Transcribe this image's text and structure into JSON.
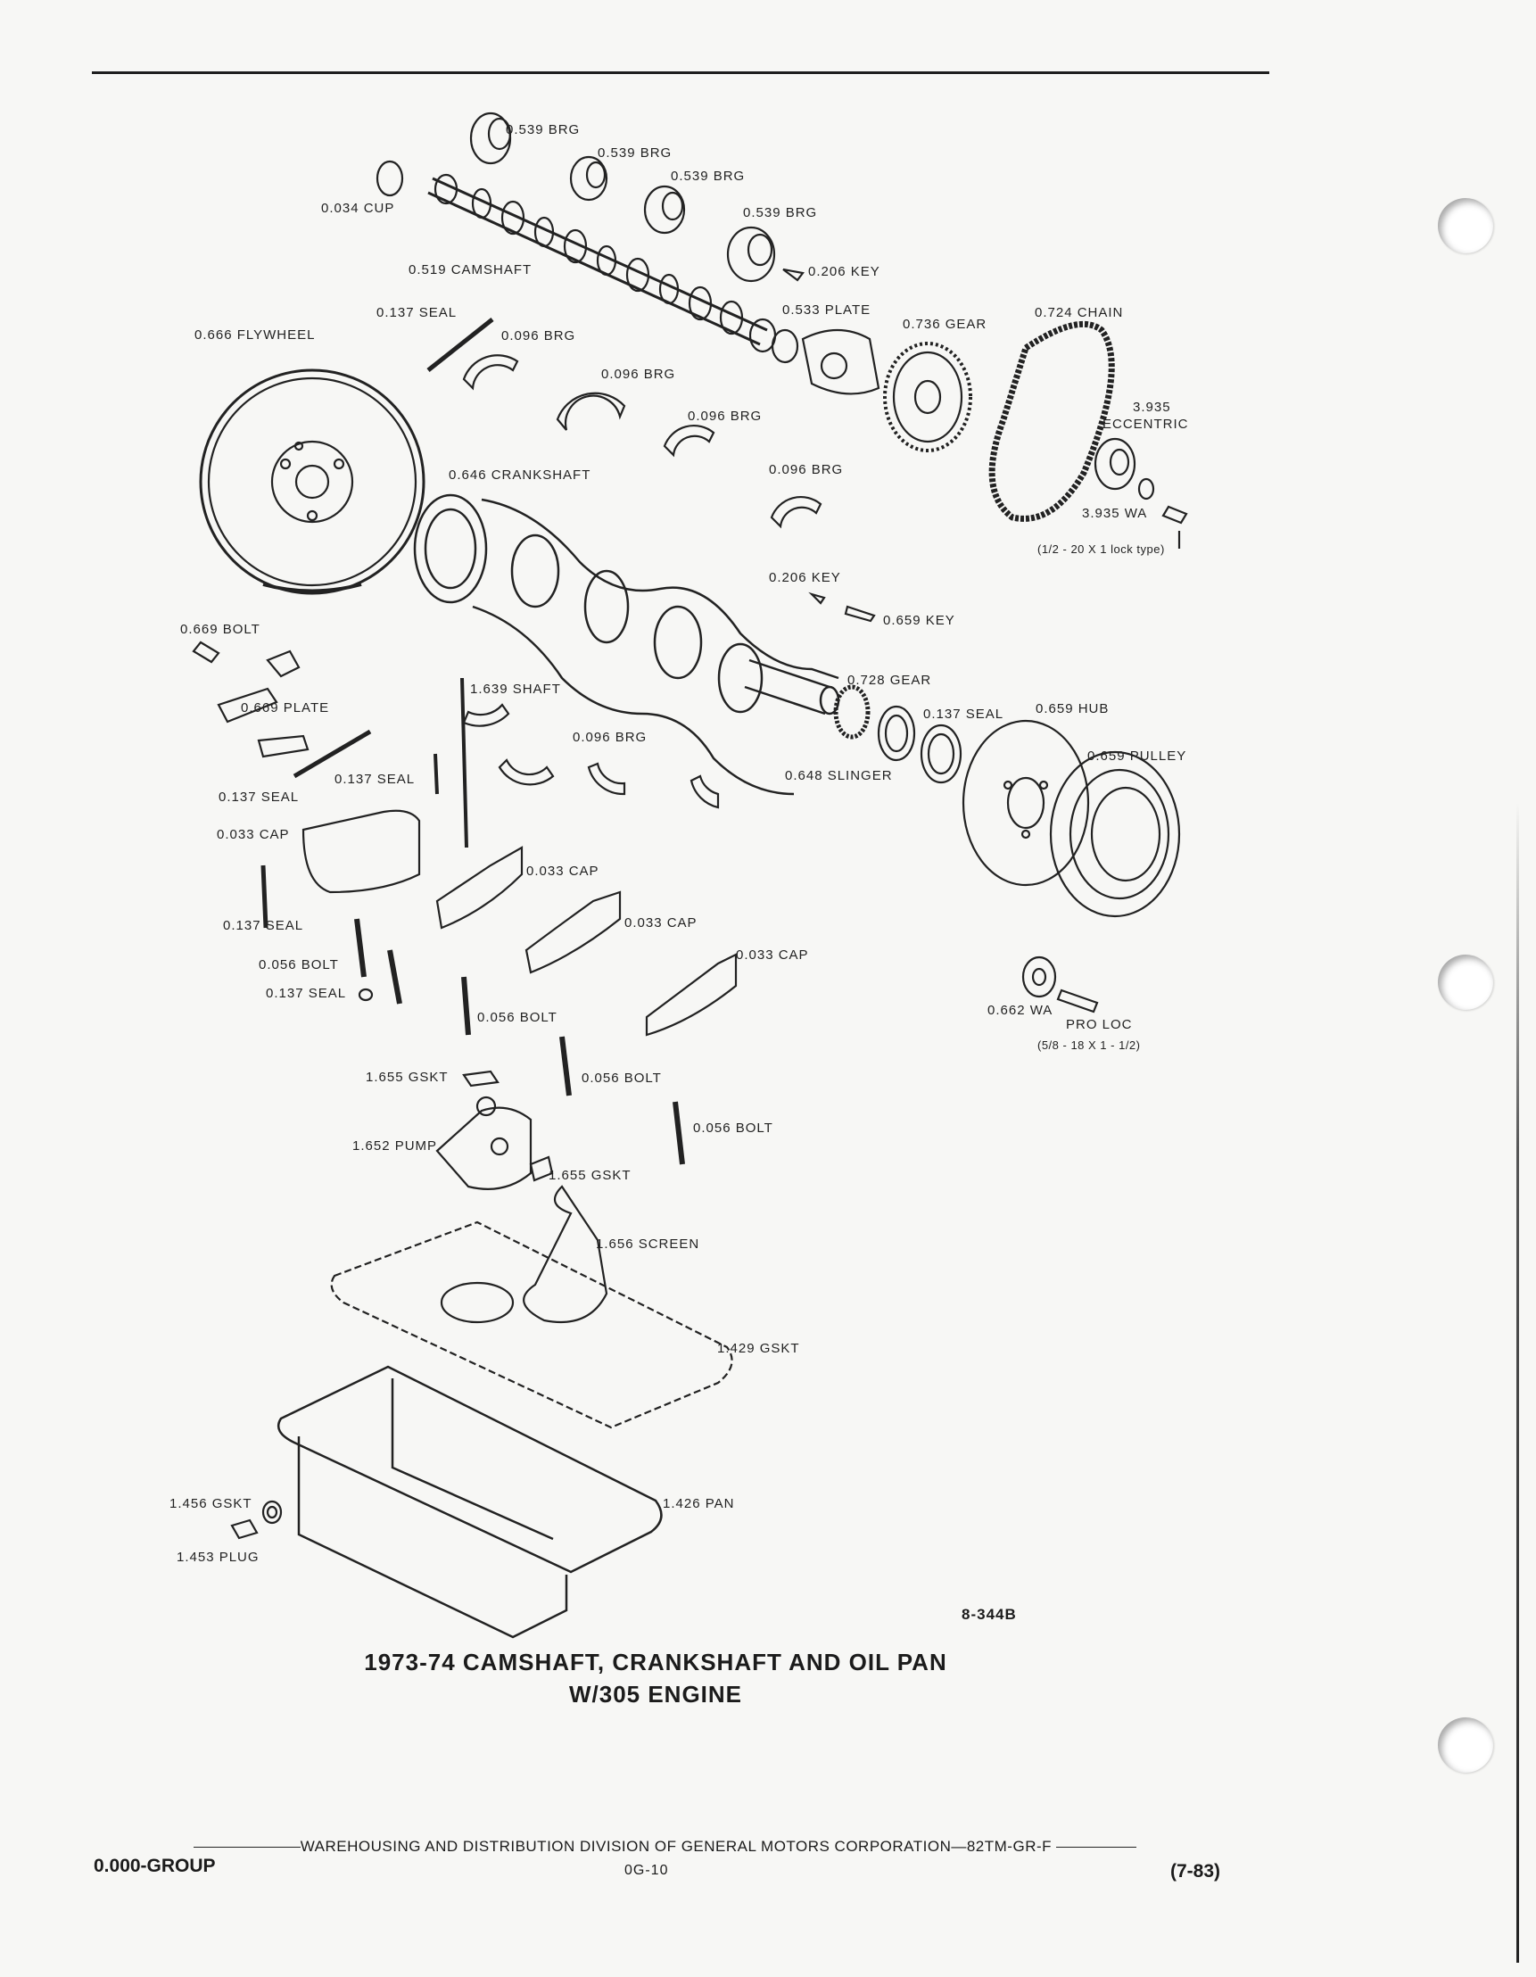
{
  "parts": [
    {
      "key": "brg1",
      "text": "0.539 BRG"
    },
    {
      "key": "brg2",
      "text": "0.539 BRG"
    },
    {
      "key": "brg3",
      "text": "0.539 BRG"
    },
    {
      "key": "brg4",
      "text": "0.539 BRG"
    },
    {
      "key": "cup",
      "text": "0.034 CUP"
    },
    {
      "key": "camshaft",
      "text": "0.519 CAMSHAFT"
    },
    {
      "key": "key_cam",
      "text": "0.206 KEY"
    },
    {
      "key": "seal_137a",
      "text": "0.137 SEAL"
    },
    {
      "key": "flywheel",
      "text": "0.666 FLYWHEEL"
    },
    {
      "key": "brg096a",
      "text": "0.096 BRG"
    },
    {
      "key": "brg096b",
      "text": "0.096 BRG"
    },
    {
      "key": "brg096c",
      "text": "0.096 BRG"
    },
    {
      "key": "brg096d",
      "text": "0.096 BRG"
    },
    {
      "key": "plate533",
      "text": "0.533 PLATE"
    },
    {
      "key": "gear736",
      "text": "0.736 GEAR"
    },
    {
      "key": "chain",
      "text": "0.724 CHAIN"
    },
    {
      "key": "ecc_num",
      "text": "3.935"
    },
    {
      "key": "ecc_word",
      "text": "ECCENTRIC"
    },
    {
      "key": "wa3935",
      "text": "3.935 WA"
    },
    {
      "key": "lock_note",
      "text": "(1/2 - 20 X 1 lock type)"
    },
    {
      "key": "crankshaft",
      "text": "0.646 CRANKSHAFT"
    },
    {
      "key": "key206b",
      "text": "0.206 KEY"
    },
    {
      "key": "key659",
      "text": "0.659 KEY"
    },
    {
      "key": "bolt669",
      "text": "0.669 BOLT"
    },
    {
      "key": "plate669",
      "text": "0.669 PLATE"
    },
    {
      "key": "shaft1639",
      "text": "1.639 SHAFT"
    },
    {
      "key": "gear728",
      "text": "0.728 GEAR"
    },
    {
      "key": "seal137b",
      "text": "0.137 SEAL"
    },
    {
      "key": "hub659",
      "text": "0.659 HUB"
    },
    {
      "key": "brg096e",
      "text": "0.096 BRG"
    },
    {
      "key": "pulley659",
      "text": "0.659 PULLEY"
    },
    {
      "key": "slinger648",
      "text": "0.648 SLINGER"
    },
    {
      "key": "seal137c",
      "text": "0.137 SEAL"
    },
    {
      "key": "seal137d",
      "text": "0.137 SEAL"
    },
    {
      "key": "cap033a",
      "text": "0.033 CAP"
    },
    {
      "key": "cap033b",
      "text": "0.033 CAP"
    },
    {
      "key": "cap033c",
      "text": "0.033 CAP"
    },
    {
      "key": "cap033d",
      "text": "0.033 CAP"
    },
    {
      "key": "seal137e",
      "text": "0.137 SEAL"
    },
    {
      "key": "bolt056a",
      "text": "0.056 BOLT"
    },
    {
      "key": "seal137f",
      "text": "0.137 SEAL"
    },
    {
      "key": "wa662",
      "text": "0.662 WA"
    },
    {
      "key": "proloc",
      "text": "PRO LOC"
    },
    {
      "key": "proloc_note",
      "text": "(5/8 - 18 X 1 - 1/2)"
    },
    {
      "key": "bolt056b",
      "text": "0.056 BOLT"
    },
    {
      "key": "gskt1655a",
      "text": "1.655 GSKT"
    },
    {
      "key": "bolt056c",
      "text": "0.056 BOLT"
    },
    {
      "key": "bolt056d",
      "text": "0.056 BOLT"
    },
    {
      "key": "pump1652",
      "text": "1.652 PUMP"
    },
    {
      "key": "gskt1655b",
      "text": "1.655 GSKT"
    },
    {
      "key": "screen1656",
      "text": "1.656 SCREEN"
    },
    {
      "key": "gskt1429",
      "text": "1.429 GSKT"
    },
    {
      "key": "gskt1456",
      "text": "1.456 GSKT"
    },
    {
      "key": "pan1426",
      "text": "1.426 PAN"
    },
    {
      "key": "plug1453",
      "text": "1.453 PLUG"
    }
  ],
  "figure_id": "8-344B",
  "title_line1": "1973-74 CAMSHAFT, CRANKSHAFT AND OIL PAN",
  "title_line2": "W/305 ENGINE",
  "footer": {
    "division": "WAREHOUSING AND DISTRIBUTION  DIVISION OF GENERAL MOTORS CORPORATION—82TM-GR-F",
    "group": "0.000-GROUP",
    "page": "0G-10",
    "date": "(7-83)"
  }
}
